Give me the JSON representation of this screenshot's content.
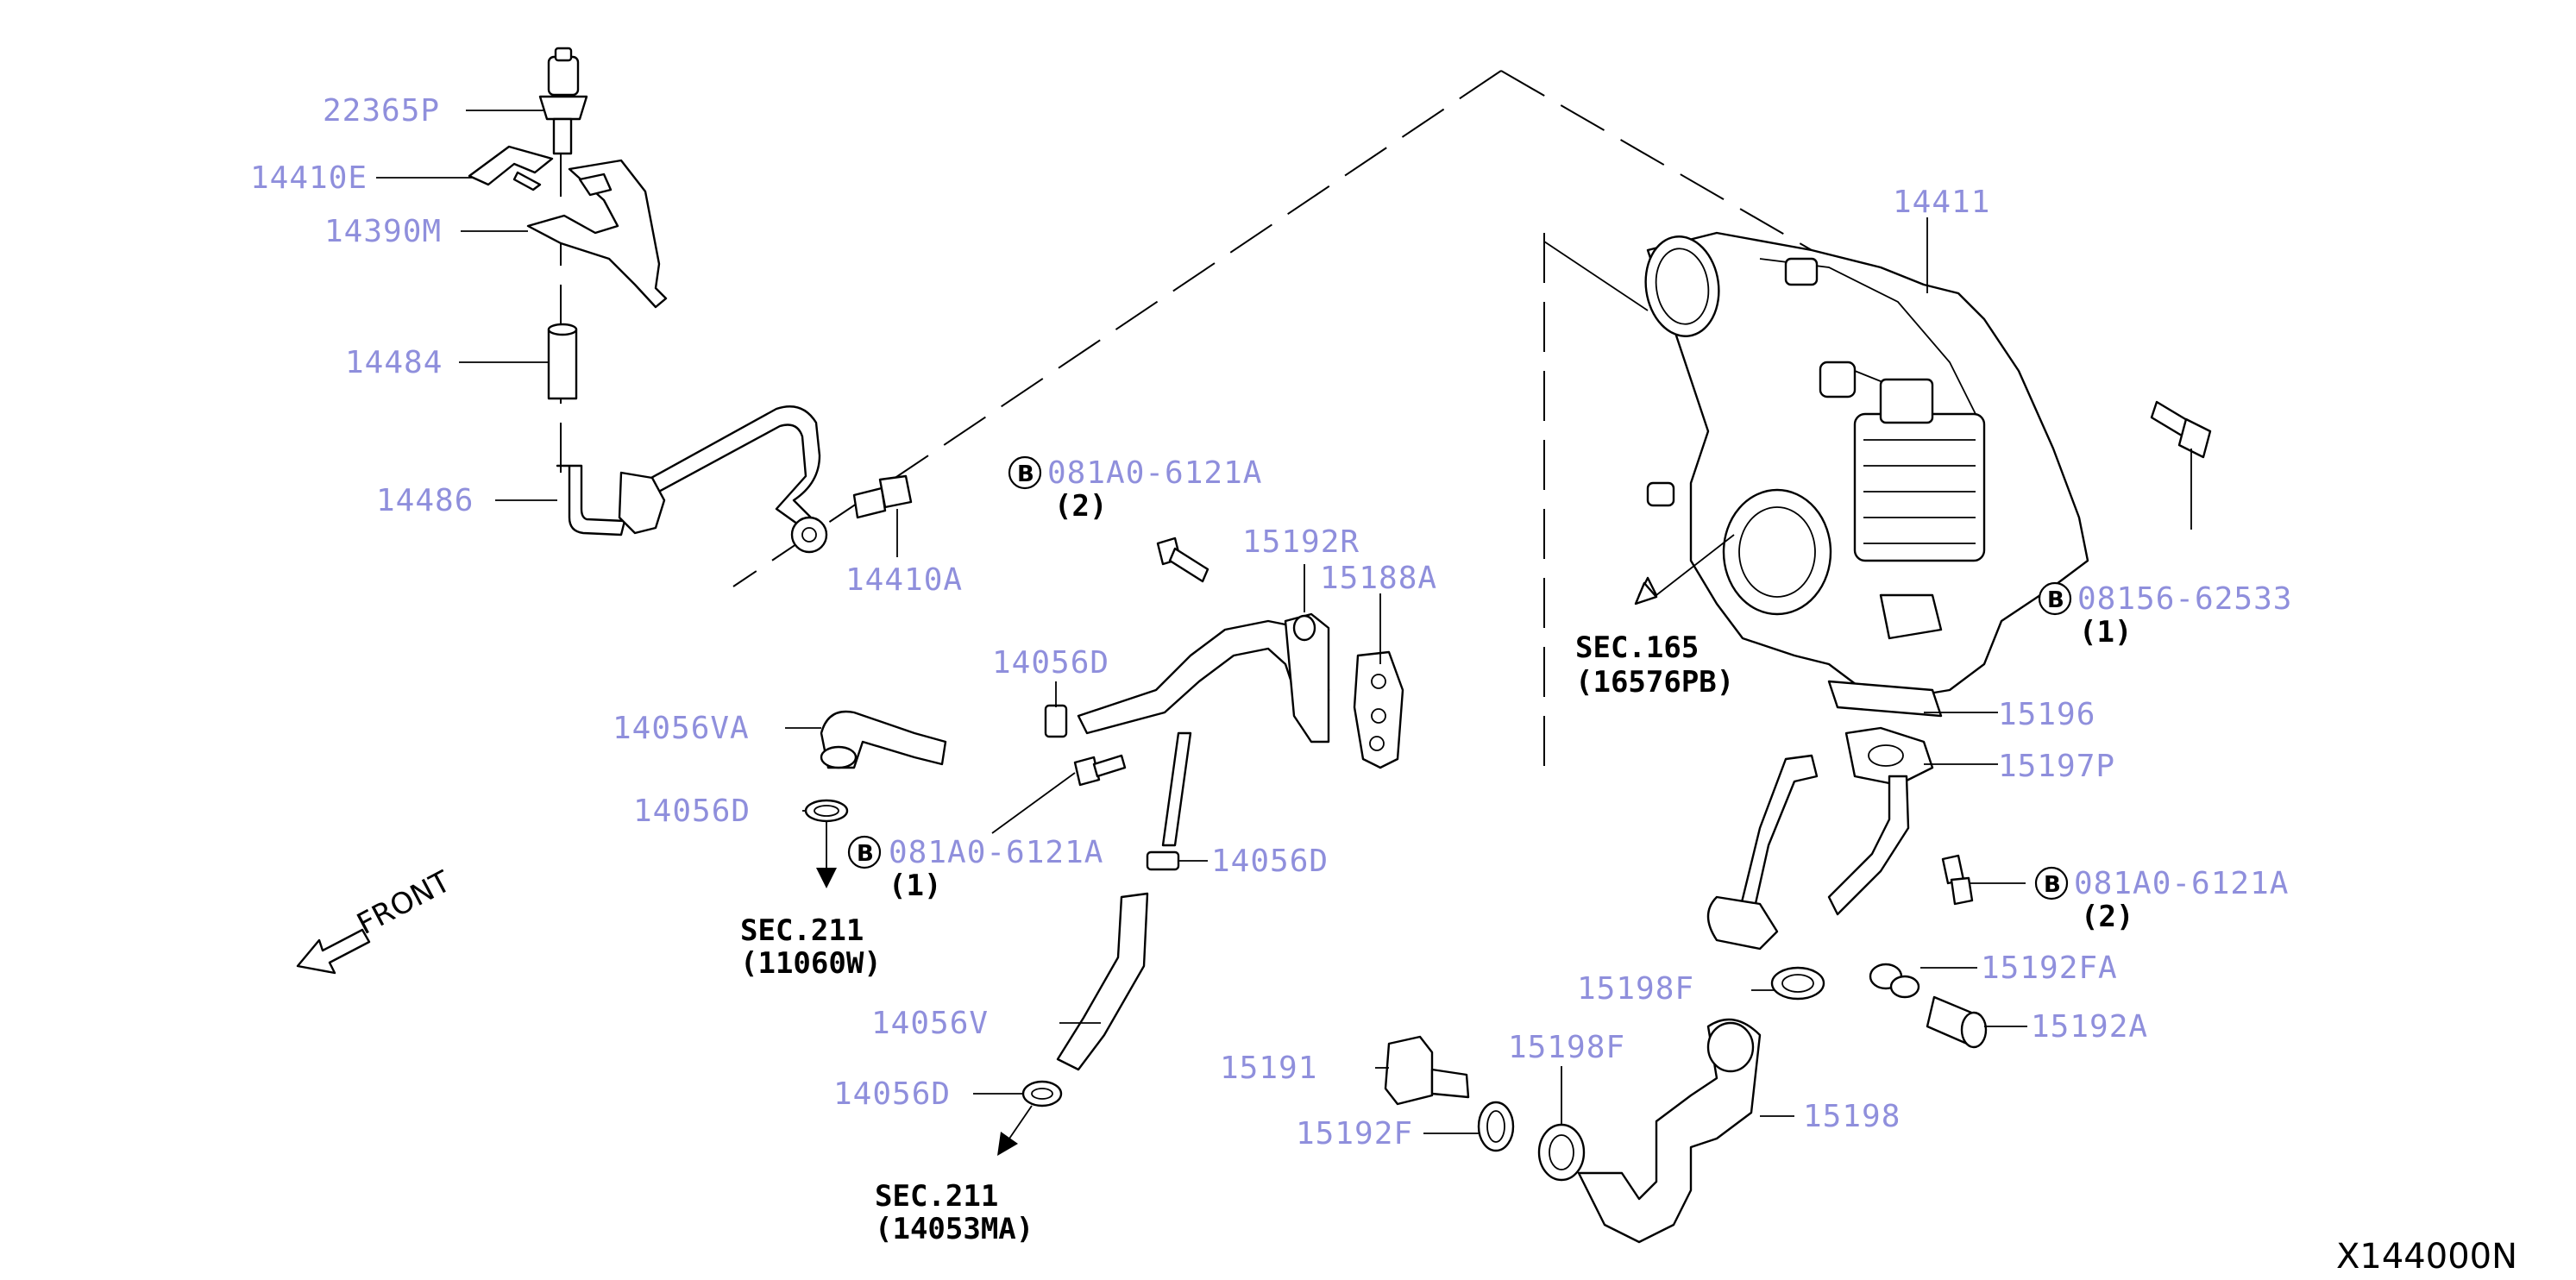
{
  "diagram": {
    "reference_code": "X144000N",
    "front_label": "FRONT",
    "bolt_symbol": "B"
  },
  "labels": {
    "p22365P": "22365P",
    "p14410E": "14410E",
    "p14390M": "14390M",
    "p14484": "14484",
    "p14486": "14486",
    "p14410A": "14410A",
    "p14411": "14411",
    "p08156": "08156-62533",
    "p08156_qty": "(1)",
    "b_top": "081A0-6121A",
    "b_top_qty": "(2)",
    "p15192R": "15192R",
    "p15188A": "15188A",
    "p14056D_top": "14056D",
    "p14056VA": "14056VA",
    "p14056D_left": "14056D",
    "b_mid": "081A0-6121A",
    "b_mid_qty": "(1)",
    "p14056D_mid": "14056D",
    "p14056V": "14056V",
    "p14056D_low": "14056D",
    "sec211_top": "SEC.211",
    "sec211_top_ref": "(11060W)",
    "sec211_low": "SEC.211",
    "sec211_low_ref": "(14053MA)",
    "sec165": "SEC.165",
    "sec165_ref": "(16576PB)",
    "p15196": "15196",
    "p15197P": "15197P",
    "b_right": "081A0-6121A",
    "b_right_qty": "(2)",
    "p15192FA": "15192FA",
    "p15198F_top": "15198F",
    "p15192A": "15192A",
    "p15191": "15191",
    "p15198F_low": "15198F",
    "p15192F": "15192F",
    "p15198": "15198"
  }
}
